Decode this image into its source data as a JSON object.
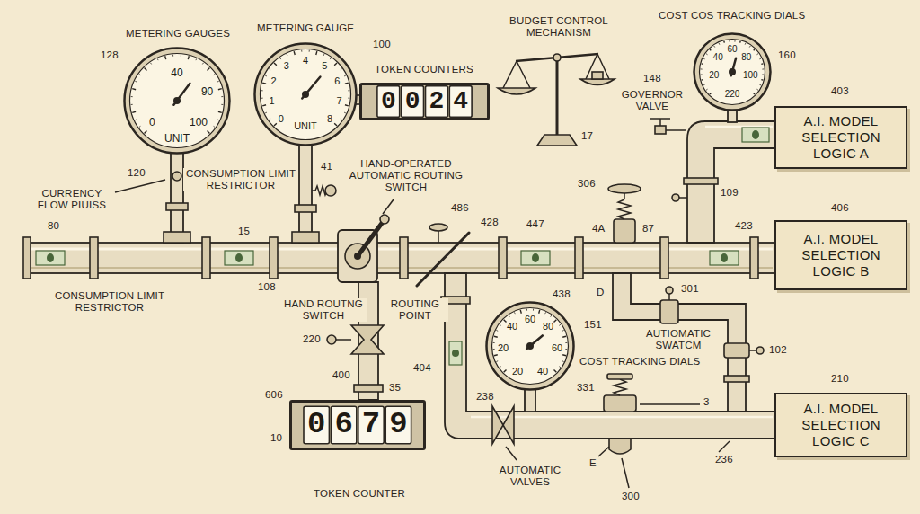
{
  "diagram": {
    "nodes": [
      {
        "text": [
          "40",
          "90",
          "0",
          "100",
          "UNIT"
        ]
      },
      {
        "text": [
          "0",
          "1",
          "2",
          "3",
          "4",
          "5",
          "6",
          "7",
          "8",
          "UNIT"
        ]
      },
      {
        "text": [
          "0024"
        ]
      },
      {
        "text": [
          "20",
          "40",
          "60",
          "80",
          "100",
          "220"
        ]
      },
      {
        "text": [
          "A.I. MODEL SELECTION LOGIC A"
        ]
      },
      {
        "text": [
          "A.I. MODEL SELECTION LOGIC B"
        ]
      },
      {
        "text": [
          "40",
          "60",
          "80",
          "20",
          "60",
          "20",
          "40"
        ]
      },
      {
        "text": [
          "A.I. MODEL SELECTION LOGIC C"
        ]
      },
      {
        "text": [
          "0679"
        ]
      }
    ],
    "labels": [
      "METERING GAUGES",
      "128",
      "METERING GAUGE",
      "100",
      "TOKEN COUNTERS",
      "BUDGET CONTROL MECHANISM",
      "COST COS TRACKING DIALS",
      "160",
      "148",
      "GOVERNOR VALVE",
      "17",
      "403",
      "120",
      "CONSUMPTION LIMIT RESTRICTOR",
      "CURRENCY FLOW PIUISS",
      "41",
      "HAND-OPERATED AUTOMATIC ROUTING SWITCH",
      "306",
      "109",
      "406",
      "486",
      "428",
      "447",
      "15",
      "80",
      "4A",
      "87",
      "423",
      "CONSUMPTION LIMIT RESTRICTOR",
      "108",
      "HAND ROUTNG SWITCH",
      "ROUTING POINT",
      "438",
      "D",
      "301",
      "151",
      "AUTIOMATIC SWATCM",
      "102",
      "220",
      "404",
      "400",
      "COST TRACKING DIALS",
      "331",
      "3",
      "210",
      "606",
      "35",
      "10",
      "238",
      "E",
      "236",
      "AUTOMATIC VALVES",
      "300",
      "TOKEN COUNTER"
    ]
  }
}
